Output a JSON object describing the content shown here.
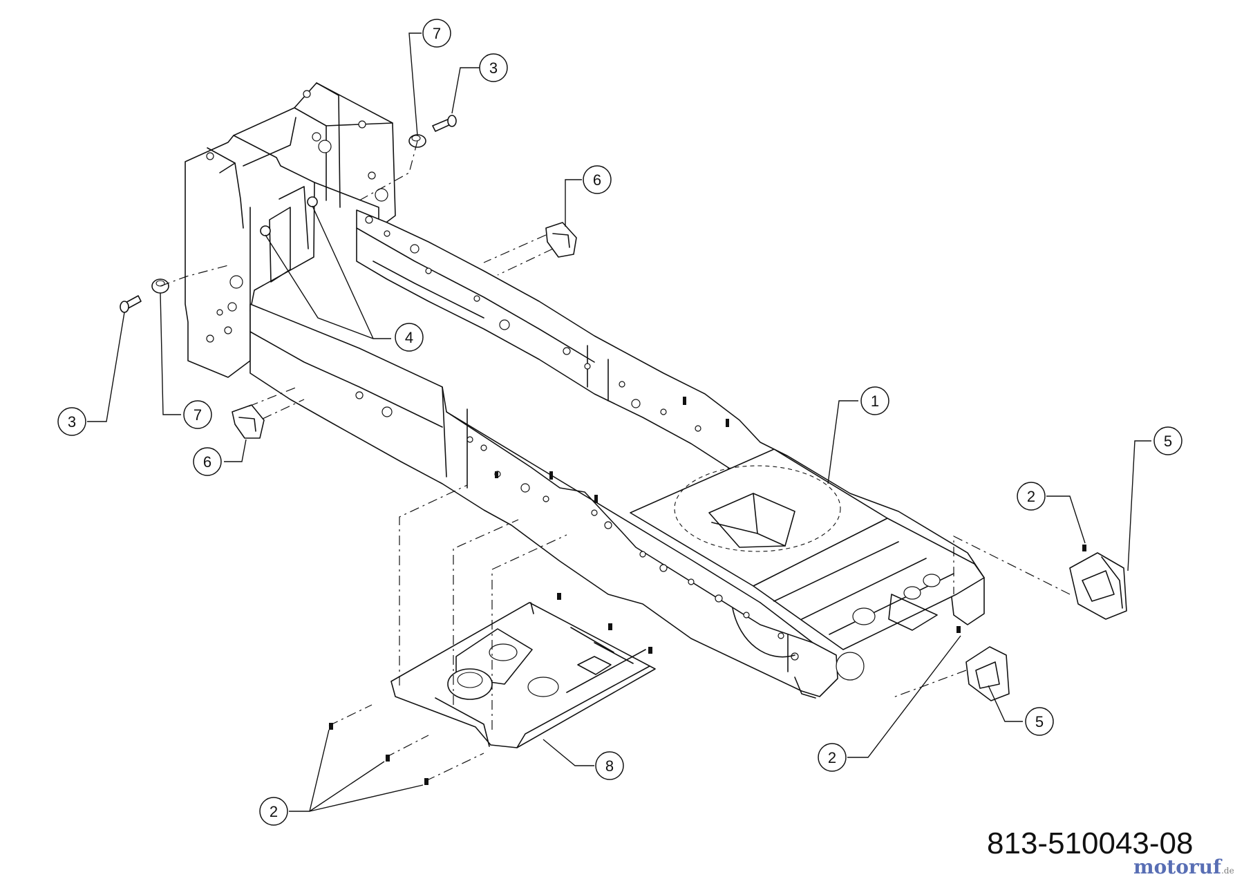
{
  "diagram": {
    "code": "813-510043-08",
    "watermark": "motoruf",
    "watermark_suffix": ".de",
    "callouts": [
      {
        "id": "c-7-top",
        "label": "7"
      },
      {
        "id": "c-3-top",
        "label": "3"
      },
      {
        "id": "c-6-top",
        "label": "6"
      },
      {
        "id": "c-4",
        "label": "4"
      },
      {
        "id": "c-3-left",
        "label": "3"
      },
      {
        "id": "c-7-left",
        "label": "7"
      },
      {
        "id": "c-6-left",
        "label": "6"
      },
      {
        "id": "c-1",
        "label": "1"
      },
      {
        "id": "c-5-right",
        "label": "5"
      },
      {
        "id": "c-2-right",
        "label": "2"
      },
      {
        "id": "c-5-low",
        "label": "5"
      },
      {
        "id": "c-2-mid",
        "label": "2"
      },
      {
        "id": "c-8",
        "label": "8"
      },
      {
        "id": "c-2-left",
        "label": "2"
      }
    ]
  },
  "colors": {
    "line": "#111111",
    "background": "#ffffff",
    "watermark": "#3b55a8"
  }
}
